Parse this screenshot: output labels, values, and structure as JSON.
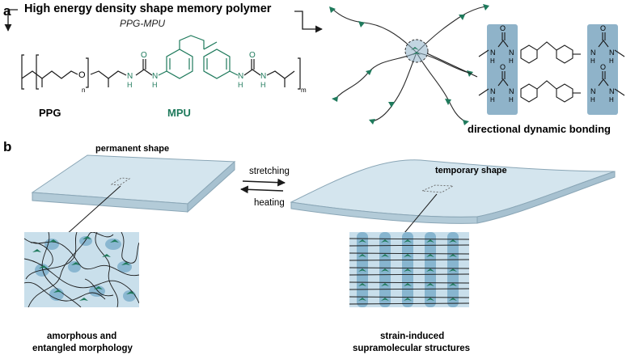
{
  "panel_a": {
    "letter": "a",
    "title": "High energy density shape memory polymer",
    "subtitle_a": "PPG",
    "subtitle_sep": "-",
    "subtitle_b": "MPU",
    "label_ppg": "PPG",
    "label_mpu": "MPU",
    "bonding_caption": "directional dynamic bonding",
    "atom_o": "O",
    "atom_n": "N",
    "atom_h": "H",
    "subscript_n": "n",
    "subscript_m": "m"
  },
  "panel_b": {
    "letter": "b",
    "permanent_shape": "permanent shape",
    "temporary_shape": "temporary shape",
    "stretching": "stretching",
    "heating": "heating",
    "caption_left_1": "amorphous and",
    "caption_left_2": "entangled morphology",
    "caption_right_1": "strain-induced",
    "caption_right_2": "supramolecular structures"
  },
  "colors": {
    "accent_green": "#1f7a5c",
    "plate_fill": "#d4e5ee",
    "plate_side": "#b3cbd8",
    "highlight_box": "#8fb3c9",
    "blob": "#7fb0cc",
    "panel_bg": "#c9dfeb"
  }
}
